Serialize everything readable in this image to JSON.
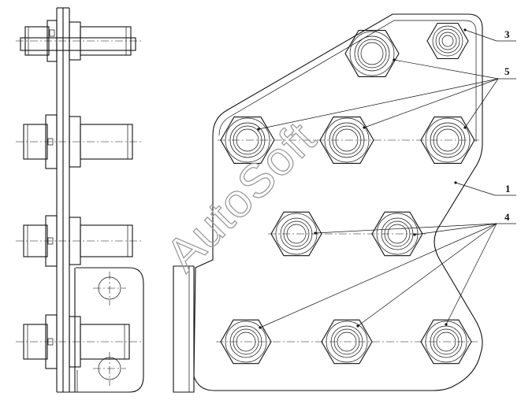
{
  "watermark": "AutoSoft",
  "callouts": {
    "c1": "1",
    "c3": "3",
    "c4": "4",
    "c5": "5"
  },
  "colors": {
    "line": "#111111",
    "watermark": "#9a9a9a",
    "background": "#ffffff"
  }
}
